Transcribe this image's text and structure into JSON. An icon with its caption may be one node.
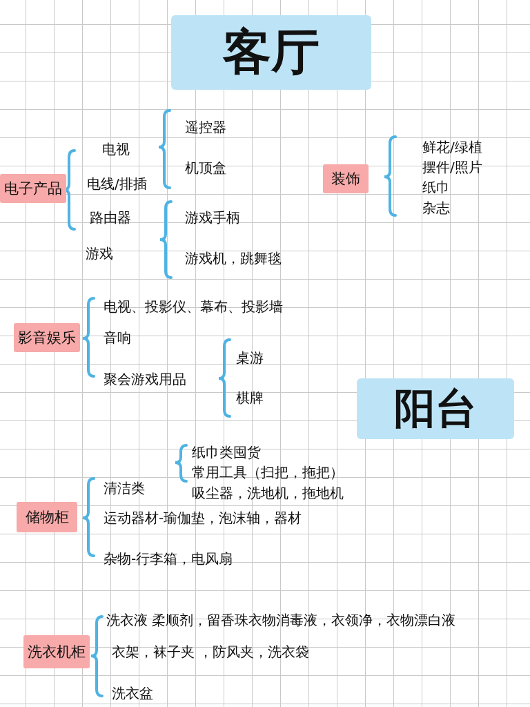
{
  "diagram": {
    "nodes": [
      {
        "text": [
          "客厅"
        ]
      },
      {
        "text": [
          "电子产品"
        ]
      },
      {
        "text": [
          "装饰"
        ]
      },
      {
        "text": [
          "影音娱乐"
        ]
      },
      {
        "text": [
          "阳台"
        ]
      },
      {
        "text": [
          "储物柜"
        ]
      },
      {
        "text": [
          "洗衣机柜"
        ]
      }
    ],
    "labels": [
      "电视",
      "电线/排插",
      "路由器",
      "游戏",
      "遥控器",
      "机顶盒",
      "游戏手柄",
      "游戏机，跳舞毯",
      "鲜花/绿植",
      "摆件/照片",
      "纸巾",
      "杂志",
      "电视、投影仪、幕布、投影墙",
      "音响",
      "聚会游戏用品",
      "桌游",
      "棋牌",
      "清洁类",
      "纸巾类囤货",
      "常用工具（扫把，拖把）",
      "吸尘器，洗地机，拖地机",
      "运动器材-瑜伽垫，泡沫轴，器材",
      "杂物-行李箱，电风扇",
      "洗衣液 柔顺剂，留香珠衣物消毒液，衣领净，衣物漂白液",
      "衣架，袜子夹 ，防风夹，洗衣袋",
      "洗衣盆"
    ]
  }
}
